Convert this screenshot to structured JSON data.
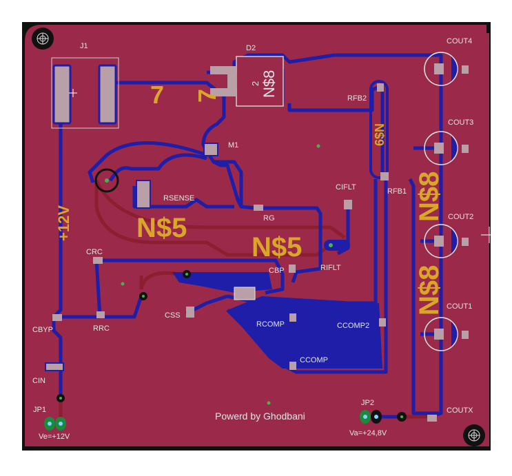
{
  "colors": {
    "board": "#9b2a4a",
    "frame": "#111111",
    "trace_blue": "#1e1ea8",
    "trace_red": "#8b1f2f",
    "silkscreen": "#e6e6e6",
    "net_label": "#d9a62a",
    "pad": "#b9a0a8"
  },
  "components": {
    "j1": "J1",
    "d2": "D2",
    "m1": "M1",
    "rsense": "RSENSE",
    "rg": "RG",
    "crc": "CRC",
    "rrc": "RRC",
    "cbyp": "CBYP",
    "cin": "CIN",
    "jp1": "JP1",
    "jp2": "JP2",
    "css": "CSS",
    "cbp": "CBP",
    "rcomp": "RCOMP",
    "ccomp": "CCOMP",
    "ccomp2": "CCOMP2",
    "rflt": "RIFLT",
    "cflt": "CIFLT",
    "rfb1": "RFB1",
    "rfb2": "RFB2",
    "cout1": "COUT1",
    "cout2": "COUT2",
    "cout3": "COUT3",
    "cout4": "COUT4",
    "coutx": "COUTX"
  },
  "nets": {
    "seven_a": "7",
    "seven_b": "7",
    "ns5_left": "N$5",
    "ns5_right": "N$5",
    "ns8_big_top": "N$8",
    "ns8_big_bottom": "N$8",
    "ns8_d2": "N$8",
    "ns6": "6$N",
    "plus12": "+12V"
  },
  "labels": {
    "ve": "Ve=+12V",
    "va": "Va=+24,8V",
    "credit": "Powerd by Ghodbani",
    "d2_body": "2"
  }
}
